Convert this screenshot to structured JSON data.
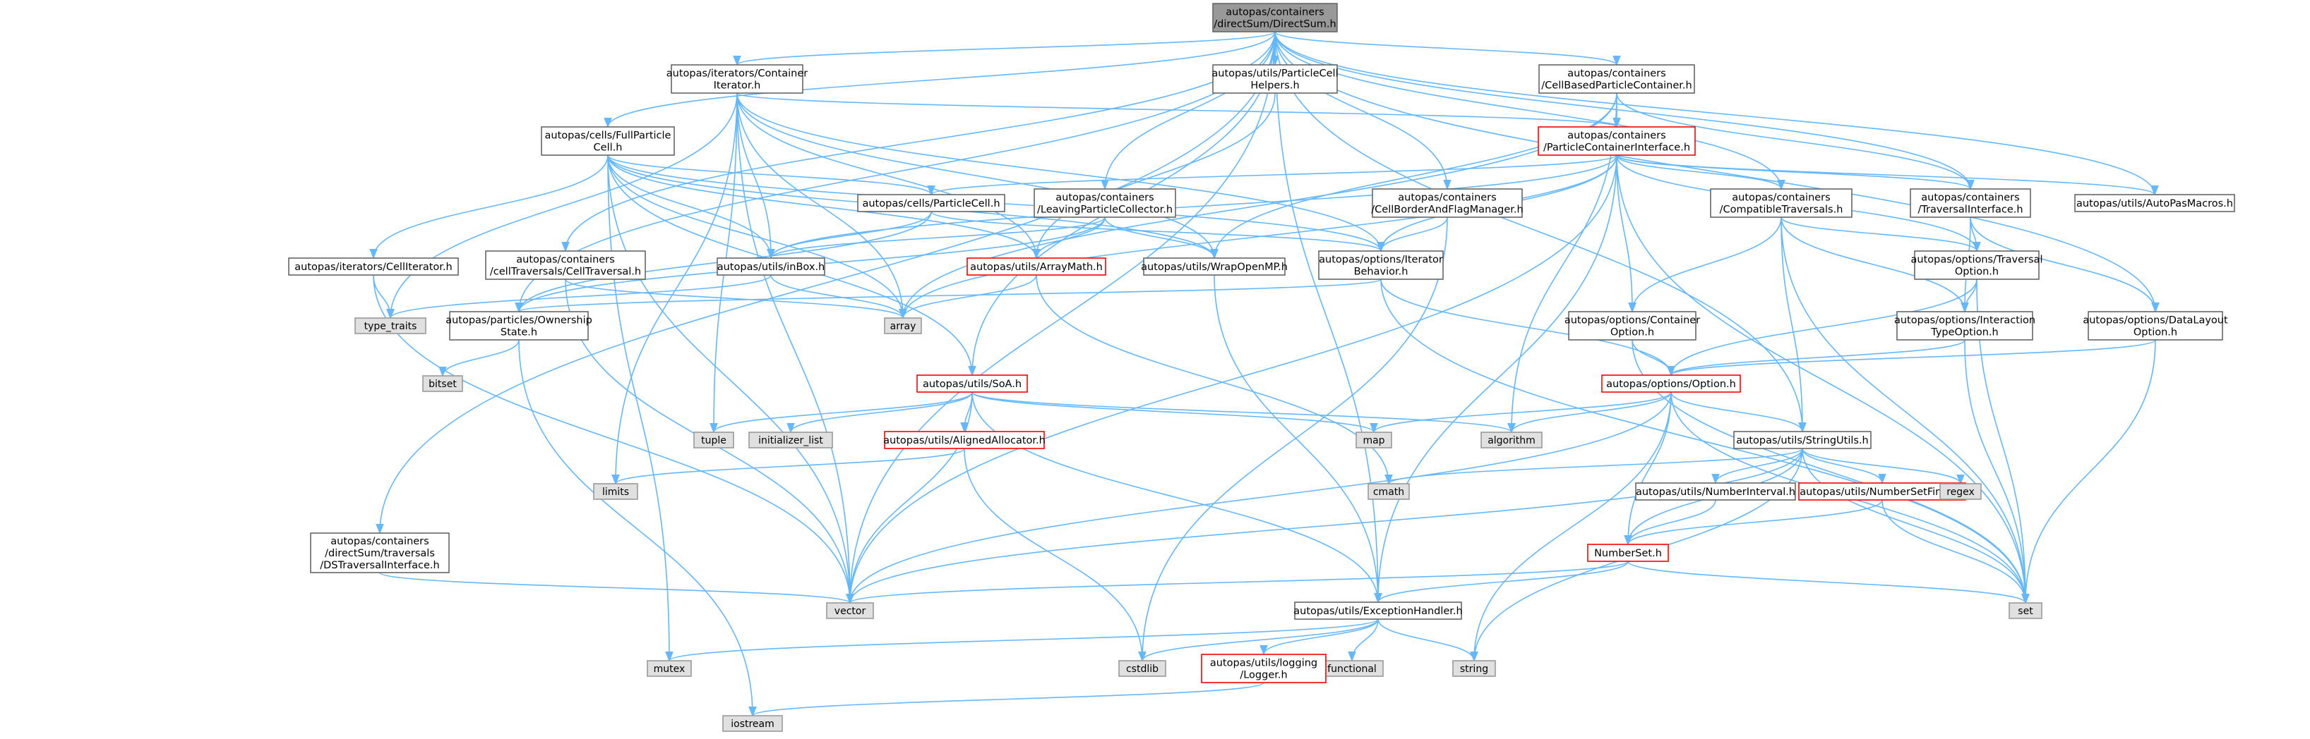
{
  "diagram": {
    "type": "include-dependency-graph",
    "colors": {
      "edge": "#63b8ff",
      "root_fill": "#999999",
      "external_fill": "#e0e0e0",
      "incomplete_border": "#ff0000",
      "node_border": "#666666"
    },
    "nodes": [
      {
        "id": "directsum",
        "lines": [
          "autopas/containers",
          "/directSum/DirectSum.h"
        ],
        "kind": "root"
      },
      {
        "id": "containeriterator",
        "lines": [
          "autopas/iterators/Container",
          "Iterator.h"
        ],
        "kind": "normal"
      },
      {
        "id": "particlecellhelpers",
        "lines": [
          "autopas/utils/ParticleCell",
          "Helpers.h"
        ],
        "kind": "normal"
      },
      {
        "id": "cellbasedpc",
        "lines": [
          "autopas/containers",
          "/CellBasedParticleContainer.h"
        ],
        "kind": "normal"
      },
      {
        "id": "fullparticlecell",
        "lines": [
          "autopas/cells/FullParticle",
          "Cell.h"
        ],
        "kind": "normal"
      },
      {
        "id": "pcinterface",
        "lines": [
          "autopas/containers",
          "/ParticleContainerInterface.h"
        ],
        "kind": "incomplete"
      },
      {
        "id": "particlecell",
        "lines": [
          "autopas/cells/ParticleCell.h"
        ],
        "kind": "normal"
      },
      {
        "id": "leavingpc",
        "lines": [
          "autopas/containers",
          "/LeavingParticleCollector.h"
        ],
        "kind": "normal"
      },
      {
        "id": "cellborder",
        "lines": [
          "autopas/containers",
          "/CellBorderAndFlagManager.h"
        ],
        "kind": "normal"
      },
      {
        "id": "compatibletraversals",
        "lines": [
          "autopas/containers",
          "/CompatibleTraversals.h"
        ],
        "kind": "normal"
      },
      {
        "id": "traversalinterface",
        "lines": [
          "autopas/containers",
          "/TraversalInterface.h"
        ],
        "kind": "normal"
      },
      {
        "id": "autopasmacros",
        "lines": [
          "autopas/utils/AutoPasMacros.h"
        ],
        "kind": "normal"
      },
      {
        "id": "celliterator",
        "lines": [
          "autopas/iterators/CellIterator.h"
        ],
        "kind": "normal"
      },
      {
        "id": "celltraversal",
        "lines": [
          "autopas/containers",
          "/cellTraversals/CellTraversal.h"
        ],
        "kind": "normal"
      },
      {
        "id": "inbox",
        "lines": [
          "autopas/utils/inBox.h"
        ],
        "kind": "normal"
      },
      {
        "id": "arraymath",
        "lines": [
          "autopas/utils/ArrayMath.h"
        ],
        "kind": "incomplete"
      },
      {
        "id": "wrapopenmp",
        "lines": [
          "autopas/utils/WrapOpenMP.h"
        ],
        "kind": "normal"
      },
      {
        "id": "iteratorbehavior",
        "lines": [
          "autopas/options/Iterator",
          "Behavior.h"
        ],
        "kind": "normal"
      },
      {
        "id": "traversaloption",
        "lines": [
          "autopas/options/Traversal",
          "Option.h"
        ],
        "kind": "normal"
      },
      {
        "id": "type_traits",
        "lines": [
          "type_traits"
        ],
        "kind": "external"
      },
      {
        "id": "ownershipstate",
        "lines": [
          "autopas/particles/Ownership",
          "State.h"
        ],
        "kind": "normal"
      },
      {
        "id": "array",
        "lines": [
          "array"
        ],
        "kind": "external"
      },
      {
        "id": "containeroption",
        "lines": [
          "autopas/options/Container",
          "Option.h"
        ],
        "kind": "normal"
      },
      {
        "id": "interactiontypeoption",
        "lines": [
          "autopas/options/Interaction",
          "TypeOption.h"
        ],
        "kind": "normal"
      },
      {
        "id": "datalayoutoption",
        "lines": [
          "autopas/options/DataLayout",
          "Option.h"
        ],
        "kind": "normal"
      },
      {
        "id": "bitset",
        "lines": [
          "bitset"
        ],
        "kind": "external"
      },
      {
        "id": "soa",
        "lines": [
          "autopas/utils/SoA.h"
        ],
        "kind": "incomplete"
      },
      {
        "id": "option",
        "lines": [
          "autopas/options/Option.h"
        ],
        "kind": "incomplete"
      },
      {
        "id": "tuple",
        "lines": [
          "tuple"
        ],
        "kind": "external"
      },
      {
        "id": "initializer_list",
        "lines": [
          "initializer_list"
        ],
        "kind": "external"
      },
      {
        "id": "alignedallocator",
        "lines": [
          "autopas/utils/AlignedAllocator.h"
        ],
        "kind": "incomplete"
      },
      {
        "id": "map",
        "lines": [
          "map"
        ],
        "kind": "external"
      },
      {
        "id": "algorithm",
        "lines": [
          "algorithm"
        ],
        "kind": "external"
      },
      {
        "id": "stringutils",
        "lines": [
          "autopas/utils/StringUtils.h"
        ],
        "kind": "normal"
      },
      {
        "id": "limits",
        "lines": [
          "limits"
        ],
        "kind": "external"
      },
      {
        "id": "cmath",
        "lines": [
          "cmath"
        ],
        "kind": "external"
      },
      {
        "id": "numberinterval",
        "lines": [
          "autopas/utils/NumberInterval.h"
        ],
        "kind": "normal"
      },
      {
        "id": "numbersetfinite",
        "lines": [
          "autopas/utils/NumberSetFinite.h"
        ],
        "kind": "incomplete"
      },
      {
        "id": "regex",
        "lines": [
          "regex"
        ],
        "kind": "external"
      },
      {
        "id": "dstraversalinterface",
        "lines": [
          "autopas/containers",
          "/directSum/traversals",
          "/DSTraversalInterface.h"
        ],
        "kind": "normal"
      },
      {
        "id": "numberset",
        "lines": [
          "NumberSet.h"
        ],
        "kind": "incomplete"
      },
      {
        "id": "vector",
        "lines": [
          "vector"
        ],
        "kind": "external"
      },
      {
        "id": "exceptionhandler",
        "lines": [
          "autopas/utils/ExceptionHandler.h"
        ],
        "kind": "normal"
      },
      {
        "id": "set",
        "lines": [
          "set"
        ],
        "kind": "external"
      },
      {
        "id": "mutex",
        "lines": [
          "mutex"
        ],
        "kind": "external"
      },
      {
        "id": "cstdlib",
        "lines": [
          "cstdlib"
        ],
        "kind": "external"
      },
      {
        "id": "functional",
        "lines": [
          "functional"
        ],
        "kind": "external"
      },
      {
        "id": "string",
        "lines": [
          "string"
        ],
        "kind": "external"
      },
      {
        "id": "logger",
        "lines": [
          "autopas/utils/logging",
          "/Logger.h"
        ],
        "kind": "incomplete"
      },
      {
        "id": "iostream",
        "lines": [
          "iostream"
        ],
        "kind": "external"
      }
    ],
    "edges": [
      [
        "directsum",
        "containeriterator"
      ],
      [
        "directsum",
        "particlecellhelpers"
      ],
      [
        "directsum",
        "cellbasedpc"
      ],
      [
        "directsum",
        "fullparticlecell"
      ],
      [
        "directsum",
        "leavingpc"
      ],
      [
        "directsum",
        "cellborder"
      ],
      [
        "directsum",
        "compatibletraversals"
      ],
      [
        "directsum",
        "traversalinterface"
      ],
      [
        "directsum",
        "autopasmacros"
      ],
      [
        "directsum",
        "celltraversal"
      ],
      [
        "directsum",
        "ownershipstate"
      ],
      [
        "directsum",
        "datalayoutoption"
      ],
      [
        "directsum",
        "stringutils"
      ],
      [
        "directsum",
        "dstraversalinterface"
      ],
      [
        "directsum",
        "exceptionhandler"
      ],
      [
        "directsum",
        "vector"
      ],
      [
        "directsum",
        "soa"
      ],
      [
        "containeriterator",
        "pcinterface"
      ],
      [
        "containeriterator",
        "inbox"
      ],
      [
        "containeriterator",
        "arraymath"
      ],
      [
        "containeriterator",
        "wrapopenmp"
      ],
      [
        "containeriterator",
        "iteratorbehavior"
      ],
      [
        "containeriterator",
        "type_traits"
      ],
      [
        "containeriterator",
        "array"
      ],
      [
        "containeriterator",
        "limits"
      ],
      [
        "containeriterator",
        "tuple"
      ],
      [
        "containeriterator",
        "vector"
      ],
      [
        "particlecellhelpers",
        "arraymath"
      ],
      [
        "cellbasedpc",
        "pcinterface"
      ],
      [
        "cellbasedpc",
        "traversalinterface"
      ],
      [
        "cellbasedpc",
        "wrapopenmp"
      ],
      [
        "cellbasedpc",
        "array"
      ],
      [
        "cellbasedpc",
        "algorithm"
      ],
      [
        "fullparticlecell",
        "particlecell"
      ],
      [
        "fullparticlecell",
        "celliterator"
      ],
      [
        "fullparticlecell",
        "inbox"
      ],
      [
        "fullparticlecell",
        "arraymath"
      ],
      [
        "fullparticlecell",
        "wrapopenmp"
      ],
      [
        "fullparticlecell",
        "iteratorbehavior"
      ],
      [
        "fullparticlecell",
        "array"
      ],
      [
        "fullparticlecell",
        "mutex"
      ],
      [
        "fullparticlecell",
        "vector"
      ],
      [
        "fullparticlecell",
        "soa"
      ],
      [
        "pcinterface",
        "particlecell"
      ],
      [
        "pcinterface",
        "compatibletraversals"
      ],
      [
        "pcinterface",
        "traversalinterface"
      ],
      [
        "pcinterface",
        "autopasmacros"
      ],
      [
        "pcinterface",
        "inbox"
      ],
      [
        "pcinterface",
        "iteratorbehavior"
      ],
      [
        "pcinterface",
        "traversaloption"
      ],
      [
        "pcinterface",
        "containeroption"
      ],
      [
        "pcinterface",
        "array"
      ],
      [
        "pcinterface",
        "vector"
      ],
      [
        "pcinterface",
        "exceptionhandler"
      ],
      [
        "pcinterface",
        "set"
      ],
      [
        "particlecell",
        "inbox"
      ],
      [
        "particlecell",
        "iteratorbehavior"
      ],
      [
        "particlecell",
        "ownershipstate"
      ],
      [
        "leavingpc",
        "arraymath"
      ],
      [
        "leavingpc",
        "wrapopenmp"
      ],
      [
        "leavingpc",
        "inbox"
      ],
      [
        "leavingpc",
        "ownershipstate"
      ],
      [
        "cellborder",
        "iteratorbehavior"
      ],
      [
        "cellborder",
        "cstdlib"
      ],
      [
        "compatibletraversals",
        "traversaloption"
      ],
      [
        "compatibletraversals",
        "containeroption"
      ],
      [
        "compatibletraversals",
        "interactiontypeoption"
      ],
      [
        "compatibletraversals",
        "stringutils"
      ],
      [
        "compatibletraversals",
        "set"
      ],
      [
        "traversalinterface",
        "traversaloption"
      ],
      [
        "traversalinterface",
        "interactiontypeoption"
      ],
      [
        "traversalinterface",
        "datalayoutoption"
      ],
      [
        "celliterator",
        "type_traits"
      ],
      [
        "celliterator",
        "vector"
      ],
      [
        "celltraversal",
        "array"
      ],
      [
        "celltraversal",
        "vector"
      ],
      [
        "inbox",
        "array"
      ],
      [
        "inbox",
        "type_traits"
      ],
      [
        "arraymath",
        "array"
      ],
      [
        "arraymath",
        "cmath"
      ],
      [
        "wrapopenmp",
        "exceptionhandler"
      ],
      [
        "iteratorbehavior",
        "ownershipstate"
      ],
      [
        "iteratorbehavior",
        "option"
      ],
      [
        "iteratorbehavior",
        "set"
      ],
      [
        "traversaloption",
        "option"
      ],
      [
        "traversaloption",
        "interactiontypeoption"
      ],
      [
        "traversaloption",
        "set"
      ],
      [
        "ownershipstate",
        "bitset"
      ],
      [
        "ownershipstate",
        "iostream"
      ],
      [
        "containeroption",
        "option"
      ],
      [
        "containeroption",
        "set"
      ],
      [
        "interactiontypeoption",
        "option"
      ],
      [
        "interactiontypeoption",
        "set"
      ],
      [
        "datalayoutoption",
        "option"
      ],
      [
        "datalayoutoption",
        "set"
      ],
      [
        "soa",
        "tuple"
      ],
      [
        "soa",
        "initializer_list"
      ],
      [
        "soa",
        "alignedallocator"
      ],
      [
        "soa",
        "map"
      ],
      [
        "soa",
        "algorithm"
      ],
      [
        "soa",
        "vector"
      ],
      [
        "soa",
        "exceptionhandler"
      ],
      [
        "alignedallocator",
        "limits"
      ],
      [
        "alignedallocator",
        "cstdlib"
      ],
      [
        "option",
        "map"
      ],
      [
        "option",
        "algorithm"
      ],
      [
        "option",
        "stringutils"
      ],
      [
        "option",
        "numberset"
      ],
      [
        "option",
        "set"
      ],
      [
        "option",
        "string"
      ],
      [
        "option",
        "vector"
      ],
      [
        "stringutils",
        "numberinterval"
      ],
      [
        "stringutils",
        "numbersetfinite"
      ],
      [
        "stringutils",
        "regex"
      ],
      [
        "stringutils",
        "cmath"
      ],
      [
        "stringutils",
        "numberset"
      ],
      [
        "stringutils",
        "set"
      ],
      [
        "stringutils",
        "string"
      ],
      [
        "stringutils",
        "vector"
      ],
      [
        "numberinterval",
        "numberset"
      ],
      [
        "numbersetfinite",
        "numberset"
      ],
      [
        "numbersetfinite",
        "set"
      ],
      [
        "numberset",
        "exceptionhandler"
      ],
      [
        "numberset",
        "set"
      ],
      [
        "numberset",
        "vector"
      ],
      [
        "dstraversalinterface",
        "vector"
      ],
      [
        "exceptionhandler",
        "logger"
      ],
      [
        "exceptionhandler",
        "mutex"
      ],
      [
        "exceptionhandler",
        "cstdlib"
      ],
      [
        "exceptionhandler",
        "functional"
      ],
      [
        "exceptionhandler",
        "string"
      ],
      [
        "logger",
        "iostream"
      ]
    ]
  }
}
